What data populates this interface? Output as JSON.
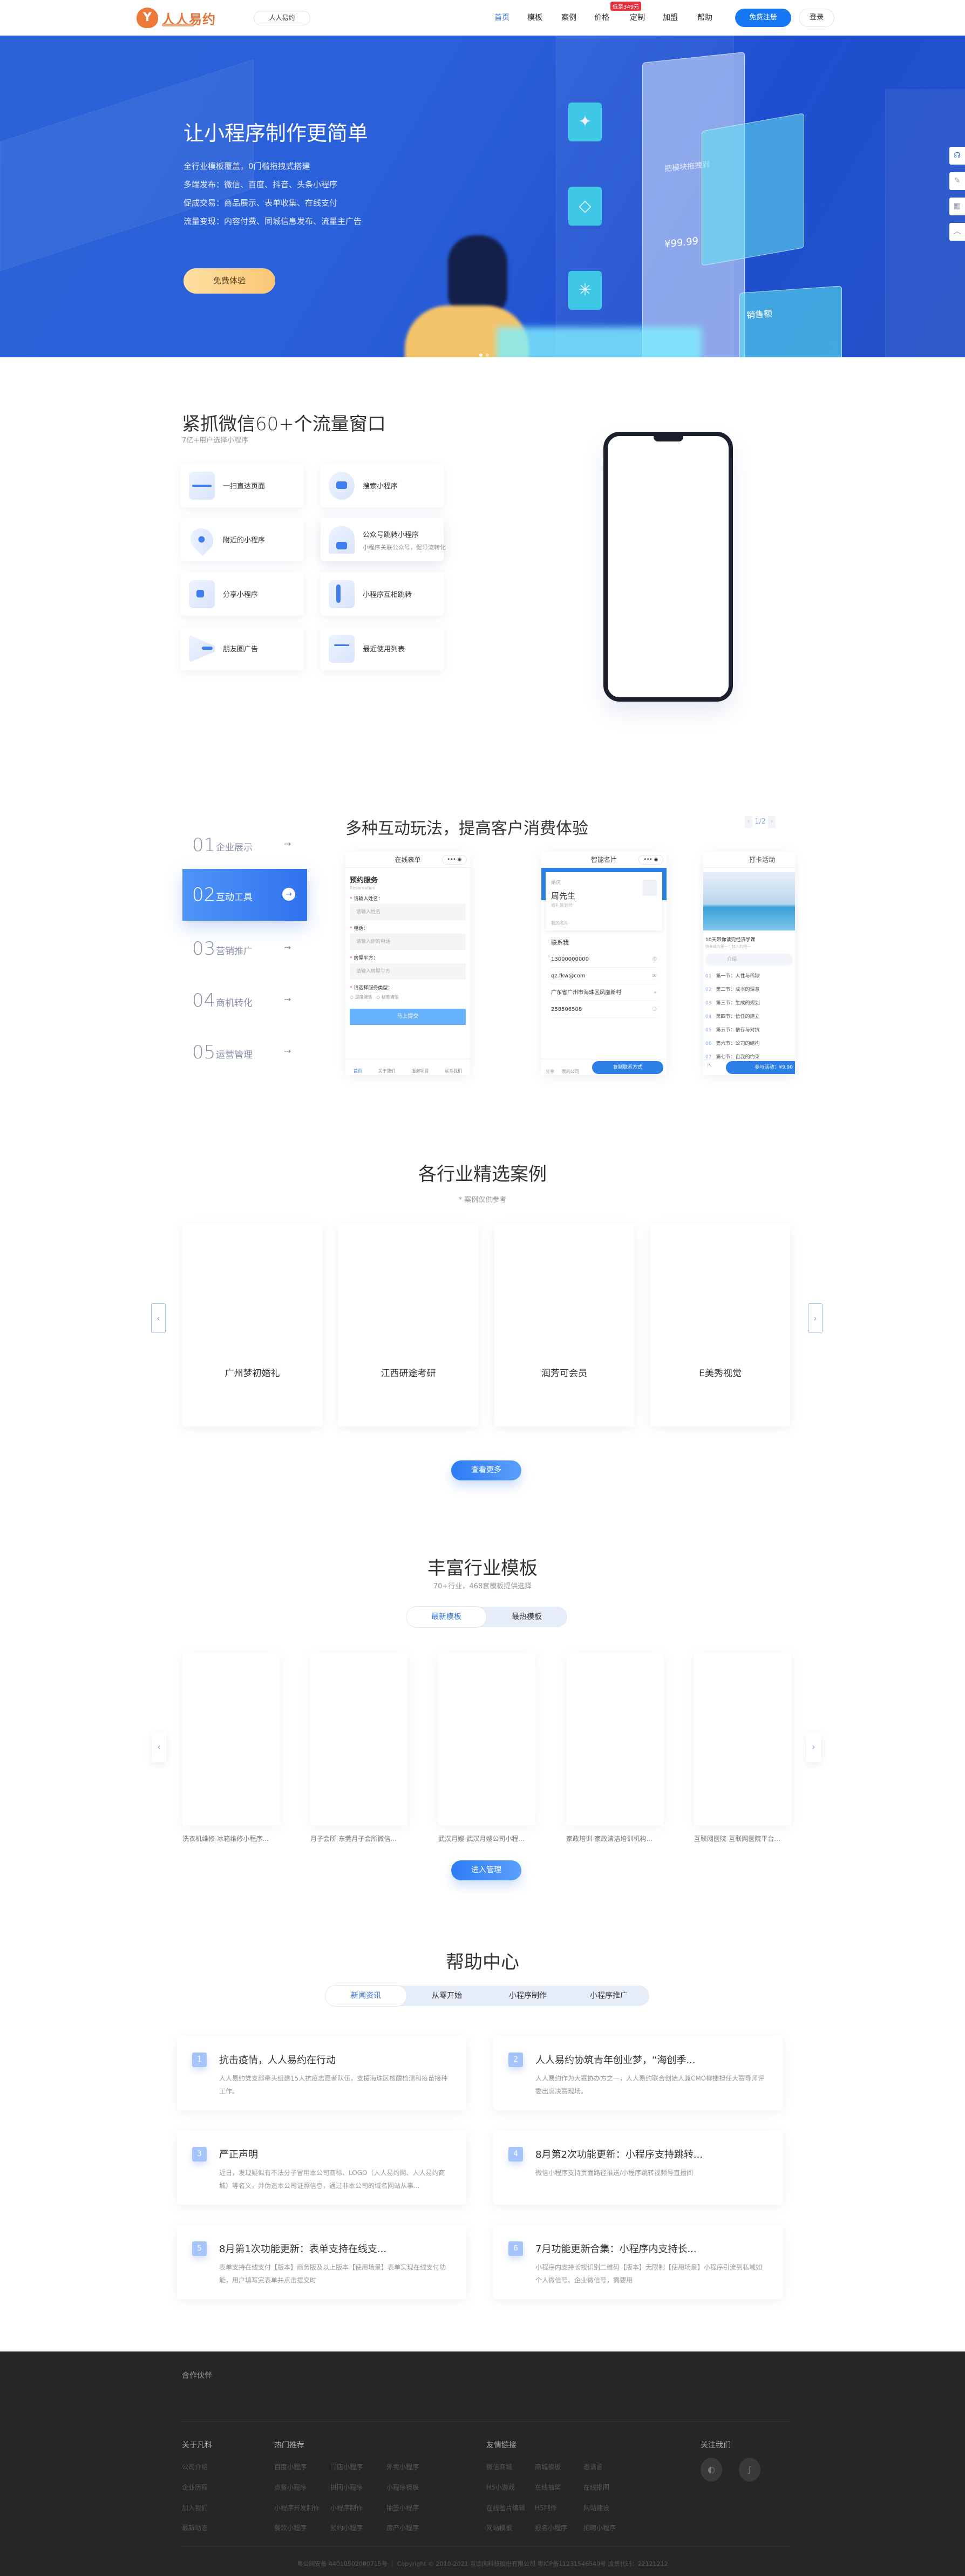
{
  "nav": {
    "logo_mark": "Y",
    "logo_text": "人人易约",
    "brand_pill": "人人易约",
    "items": [
      {
        "label": "首页",
        "active": true
      },
      {
        "label": "模板"
      },
      {
        "label": "案例"
      },
      {
        "label": "价格"
      },
      {
        "label": "定制"
      },
      {
        "label": "加盟"
      },
      {
        "label": "帮助"
      }
    ],
    "price_badge": "低至349元",
    "register": "免费注册",
    "login": "登录"
  },
  "hero": {
    "title": "让小程序制作更简单",
    "lines": [
      "全行业模板覆盖，0门槛拖拽式搭建",
      "多端发布：微信、百度、抖音、头条小程序",
      "促成交易：商品展示、表单收集、在线支付",
      "流量变现：内容付费、同城信息发布、流量主广告"
    ],
    "cta": "免费体验",
    "illustration": {
      "drag_hint": "把模块拖拽到",
      "price": "¥99.99",
      "chart_label": "销售额"
    },
    "slide_count": 2,
    "active_slide": 1
  },
  "side_tools": [
    "headset-icon",
    "pencil-icon",
    "qrcode-icon",
    "chevron-up-icon"
  ],
  "traffic": {
    "title": "紧抓微信60+个流量窗口",
    "subtitle": "7亿+用户选择小程序",
    "features": [
      {
        "label": "一扫直达页面",
        "icon": "scan-icon"
      },
      {
        "label": "搜索小程序",
        "icon": "search-icon"
      },
      {
        "label": "附近的小程序",
        "icon": "location-icon"
      },
      {
        "label": "公众号跳转小程序",
        "desc": "小程序关联公众号，促导流转化",
        "icon": "user-link-icon"
      },
      {
        "label": "分享小程序",
        "icon": "share-icon"
      },
      {
        "label": "小程序互相跳转",
        "icon": "switch-icon"
      },
      {
        "label": "朋友圈广告",
        "icon": "megaphone-icon"
      },
      {
        "label": "最近使用列表",
        "icon": "list-icon"
      }
    ]
  },
  "interactive": {
    "title": "多种互动玩法，提高客户消费体验",
    "pager": "1/2",
    "menu": [
      {
        "num": "01",
        "label": "企业展示"
      },
      {
        "num": "02",
        "label": "互动工具",
        "active": true
      },
      {
        "num": "03",
        "label": "营销推广"
      },
      {
        "num": "04",
        "label": "商机转化"
      },
      {
        "num": "05",
        "label": "运营管理"
      }
    ],
    "form_phone": {
      "title": "在线表单",
      "heading": "预约服务",
      "heading_en": "Reservation",
      "fields": [
        {
          "label": "请输入姓名：",
          "placeholder": "请输入姓名"
        },
        {
          "label": "电话：",
          "placeholder": "请输入你的电话"
        },
        {
          "label": "房屋平方：",
          "placeholder": "请输入房屋平方"
        }
      ],
      "radio_label": "请选择服务类型：",
      "radios": [
        "深度清洁",
        "标准清洁"
      ],
      "submit": "马上提交",
      "tabs": [
        "首页",
        "关于我们",
        "服务项目",
        "联系我们"
      ]
    },
    "card_phone": {
      "title": "智能名片",
      "tag": "婚庆",
      "name": "周先生",
      "role": "婚礼策划师",
      "my_card": "我的名片",
      "contact_title": "联系我",
      "contacts": [
        {
          "value": "13000000000",
          "icon": "phone-icon"
        },
        {
          "value": "qz.fkw@com",
          "icon": "mail-icon"
        },
        {
          "value": "广东省广州市海珠区凤凰新村",
          "icon": "location-icon"
        },
        {
          "value": "258506508",
          "icon": "wechat-icon"
        }
      ],
      "tabs": [
        "分享",
        "我的公司"
      ],
      "copy_btn": "复制联系方式"
    },
    "checkin_phone": {
      "title": "打卡活动",
      "course": "10天带你读完经济学课",
      "course_sub": "快来成为第一个加入的吧~",
      "tab": "介绍",
      "lessons": [
        {
          "num": "01",
          "label": "第一节：人性与稀缺"
        },
        {
          "num": "02",
          "label": "第二节：成本的深意"
        },
        {
          "num": "03",
          "label": "第三节：生成的规划"
        },
        {
          "num": "04",
          "label": "第四节：信任的建立"
        },
        {
          "num": "05",
          "label": "第五节：依存与对抗"
        },
        {
          "num": "06",
          "label": "第六节：公司的结构"
        },
        {
          "num": "07",
          "label": "第七节：自我的约束"
        }
      ],
      "join_btn": "参与活动：¥9.90"
    }
  },
  "cases": {
    "title": "各行业精选案例",
    "subtitle": "* 案例仅供参考",
    "items": [
      "广州梦初婚礼",
      "江西研途考研",
      "润芳可会员",
      "E美秀视觉"
    ],
    "more": "查看更多"
  },
  "templates": {
    "title": "丰富行业模板",
    "subtitle": "70+行业，468套模板提供选择",
    "tabs": [
      {
        "label": "最新模板",
        "active": true
      },
      {
        "label": "最热模板"
      }
    ],
    "items": [
      "洗衣机维修-冰箱维修小程序...",
      "月子会所-东莞月子会所微信...",
      "武汉月嫂-武汉月嫂公司小程...",
      "家政培训-家政清洁培训机构...",
      "互联网医院-互联网医院平台..."
    ],
    "enter": "进入管理"
  },
  "help": {
    "title": "帮助中心",
    "tabs": [
      {
        "label": "新闻资讯",
        "active": true
      },
      {
        "label": "从零开始"
      },
      {
        "label": "小程序制作"
      },
      {
        "label": "小程序推广"
      }
    ],
    "articles": [
      {
        "num": "1",
        "title": "抗击疫情，人人易约在行动",
        "desc": "人人易约党支部牵头组建15人抗疫志愿者队伍，支援海珠区核酸检测和疫苗接种工作。"
      },
      {
        "num": "2",
        "title": "人人易约协筑青年创业梦，“海创季...",
        "desc": "人人易约作为大赛协办方之一，人人易约联合创始人兼CMO柳捷担任大赛导师评委出席决赛现场。"
      },
      {
        "num": "3",
        "title": "严正声明",
        "desc": "近日，发现疑似有不法分子冒用本公司商标、LOGO（人人易约网、人人易约商城）等名义，并伪造本公司证照信息，通过非本公司的域名网站从事..."
      },
      {
        "num": "4",
        "title": "8月第2次功能更新：小程序支持跳转...",
        "desc": "微信小程序支持页面路径推送/小程序跳转视频号直播间"
      },
      {
        "num": "5",
        "title": "8月第1次功能更新：表单支持在线支...",
        "desc": "表单支持在线支付【版本】商务版及以上版本【使用场景】表单实现在线支付功能，用户填写完表单并点击提交时"
      },
      {
        "num": "6",
        "title": "7月功能更新合集：小程序内支持长...",
        "desc": "小程序内支持长按识别二维码【版本】无限制【使用场景】小程序引流到私域如个人微信号、企业微信号，需要用"
      }
    ]
  },
  "footer": {
    "partners": "合作伙伴",
    "about": {
      "heading": "关于凡科",
      "links": [
        "公司介绍",
        "企业历程",
        "加入我们",
        "最新动态"
      ]
    },
    "hot": {
      "heading": "热门推荐",
      "links": [
        "百度小程序",
        "门店小程序",
        "外卖小程序",
        "点餐小程序",
        "拼团小程序",
        "小程序模板",
        "小程序开发制作",
        "小程序制作",
        "抽签小程序",
        "餐饮小程序",
        "预约小程序",
        "房产小程序"
      ]
    },
    "friends": {
      "heading": "友情链接",
      "links": [
        "微信商城",
        "商城模板",
        "邀请函",
        "H5小游戏",
        "在线抽奖",
        "在线抠图",
        "在线图片编辑",
        "H5制作",
        "网站建设",
        "网站模板",
        "报名小程序",
        "招聘小程序"
      ]
    },
    "follow": {
      "heading": "关注我们",
      "icons": [
        "wechat-icon",
        "miniprogram-icon"
      ]
    },
    "copyright": "粤公网安备 44010502000715号 ｜ Copyright © 2010-2021 互联网科技股份有限公司 粤ICP备11231546540号 股票代码：22121212"
  }
}
